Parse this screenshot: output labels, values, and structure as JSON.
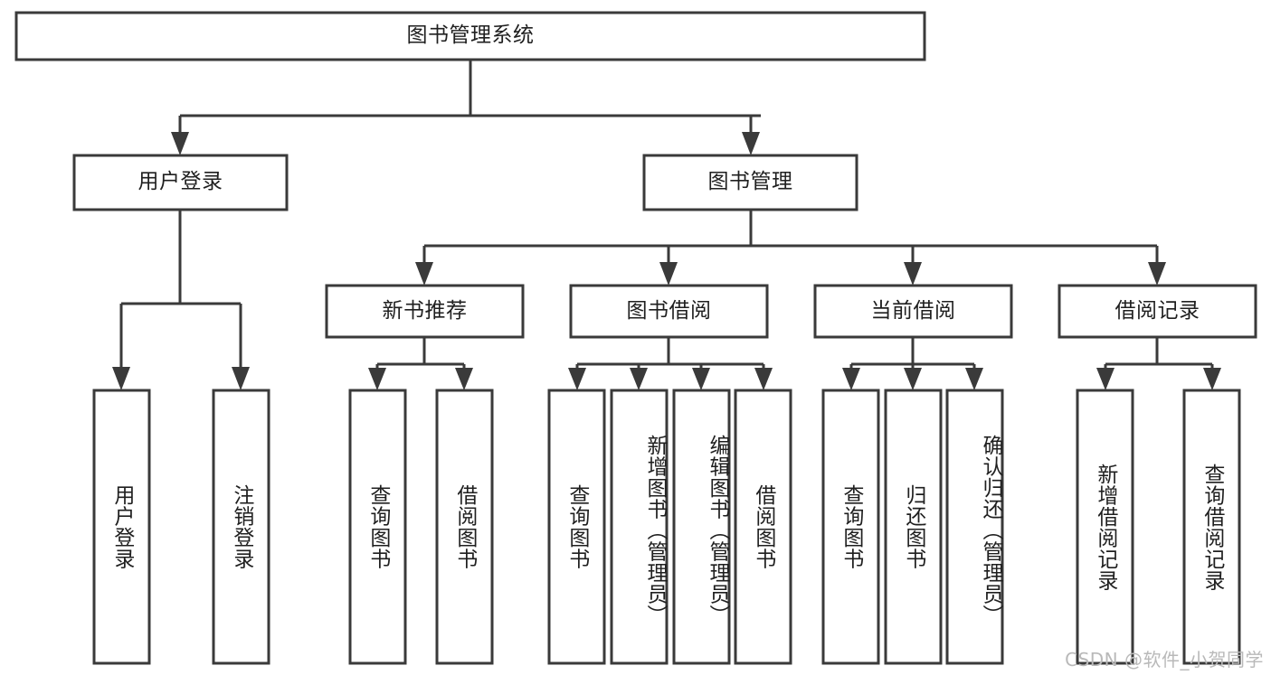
{
  "diagram": {
    "type": "tree",
    "title": "图书管理系统",
    "root": {
      "id": "root",
      "label": "图书管理系统",
      "orientation": "horizontal"
    },
    "level2": [
      {
        "id": "user-login",
        "label": "用户登录",
        "orientation": "horizontal"
      },
      {
        "id": "book-management",
        "label": "图书管理",
        "orientation": "horizontal"
      }
    ],
    "level3": [
      {
        "id": "new-book-recommend",
        "label": "新书推荐",
        "orientation": "horizontal",
        "parent": "book-management"
      },
      {
        "id": "book-borrow",
        "label": "图书借阅",
        "orientation": "horizontal",
        "parent": "book-management"
      },
      {
        "id": "current-borrow",
        "label": "当前借阅",
        "orientation": "horizontal",
        "parent": "book-management"
      },
      {
        "id": "borrow-record",
        "label": "借阅记录",
        "orientation": "horizontal",
        "parent": "book-management"
      }
    ],
    "leaves": [
      {
        "id": "leaf-user-login",
        "label": "用户登录",
        "orientation": "vertical",
        "parent": "user-login"
      },
      {
        "id": "leaf-user-logout",
        "label": "注销登录",
        "orientation": "vertical",
        "parent": "user-login"
      },
      {
        "id": "leaf-query-book-1",
        "label": "查询图书",
        "orientation": "vertical",
        "parent": "new-book-recommend"
      },
      {
        "id": "leaf-borrow-book-1",
        "label": "借阅图书",
        "orientation": "vertical",
        "parent": "new-book-recommend"
      },
      {
        "id": "leaf-query-book-2",
        "label": "查询图书",
        "orientation": "vertical",
        "parent": "book-borrow"
      },
      {
        "id": "leaf-add-book",
        "label": "新增图书（管理员）",
        "orientation": "vertical",
        "parent": "book-borrow"
      },
      {
        "id": "leaf-edit-book",
        "label": "编辑图书（管理员）",
        "orientation": "vertical",
        "parent": "book-borrow"
      },
      {
        "id": "leaf-borrow-book-2",
        "label": "借阅图书",
        "orientation": "vertical",
        "parent": "book-borrow"
      },
      {
        "id": "leaf-query-book-3",
        "label": "查询图书",
        "orientation": "vertical",
        "parent": "current-borrow"
      },
      {
        "id": "leaf-return-book",
        "label": "归还图书",
        "orientation": "vertical",
        "parent": "current-borrow"
      },
      {
        "id": "leaf-confirm-return",
        "label": "确认归还（管理员）",
        "orientation": "vertical",
        "parent": "current-borrow"
      },
      {
        "id": "leaf-add-record",
        "label": "新增借阅记录",
        "orientation": "vertical",
        "parent": "borrow-record"
      },
      {
        "id": "leaf-query-record",
        "label": "查询借阅记录",
        "orientation": "vertical",
        "parent": "borrow-record"
      }
    ]
  },
  "watermark": {
    "text": "CSDN @软件_小贺同学"
  },
  "colors": {
    "stroke": "#3a3a3a",
    "box_fill": "#ffffff",
    "text": "#1f1f1f",
    "watermark": "#b9b9b9",
    "background": "#ffffff"
  }
}
